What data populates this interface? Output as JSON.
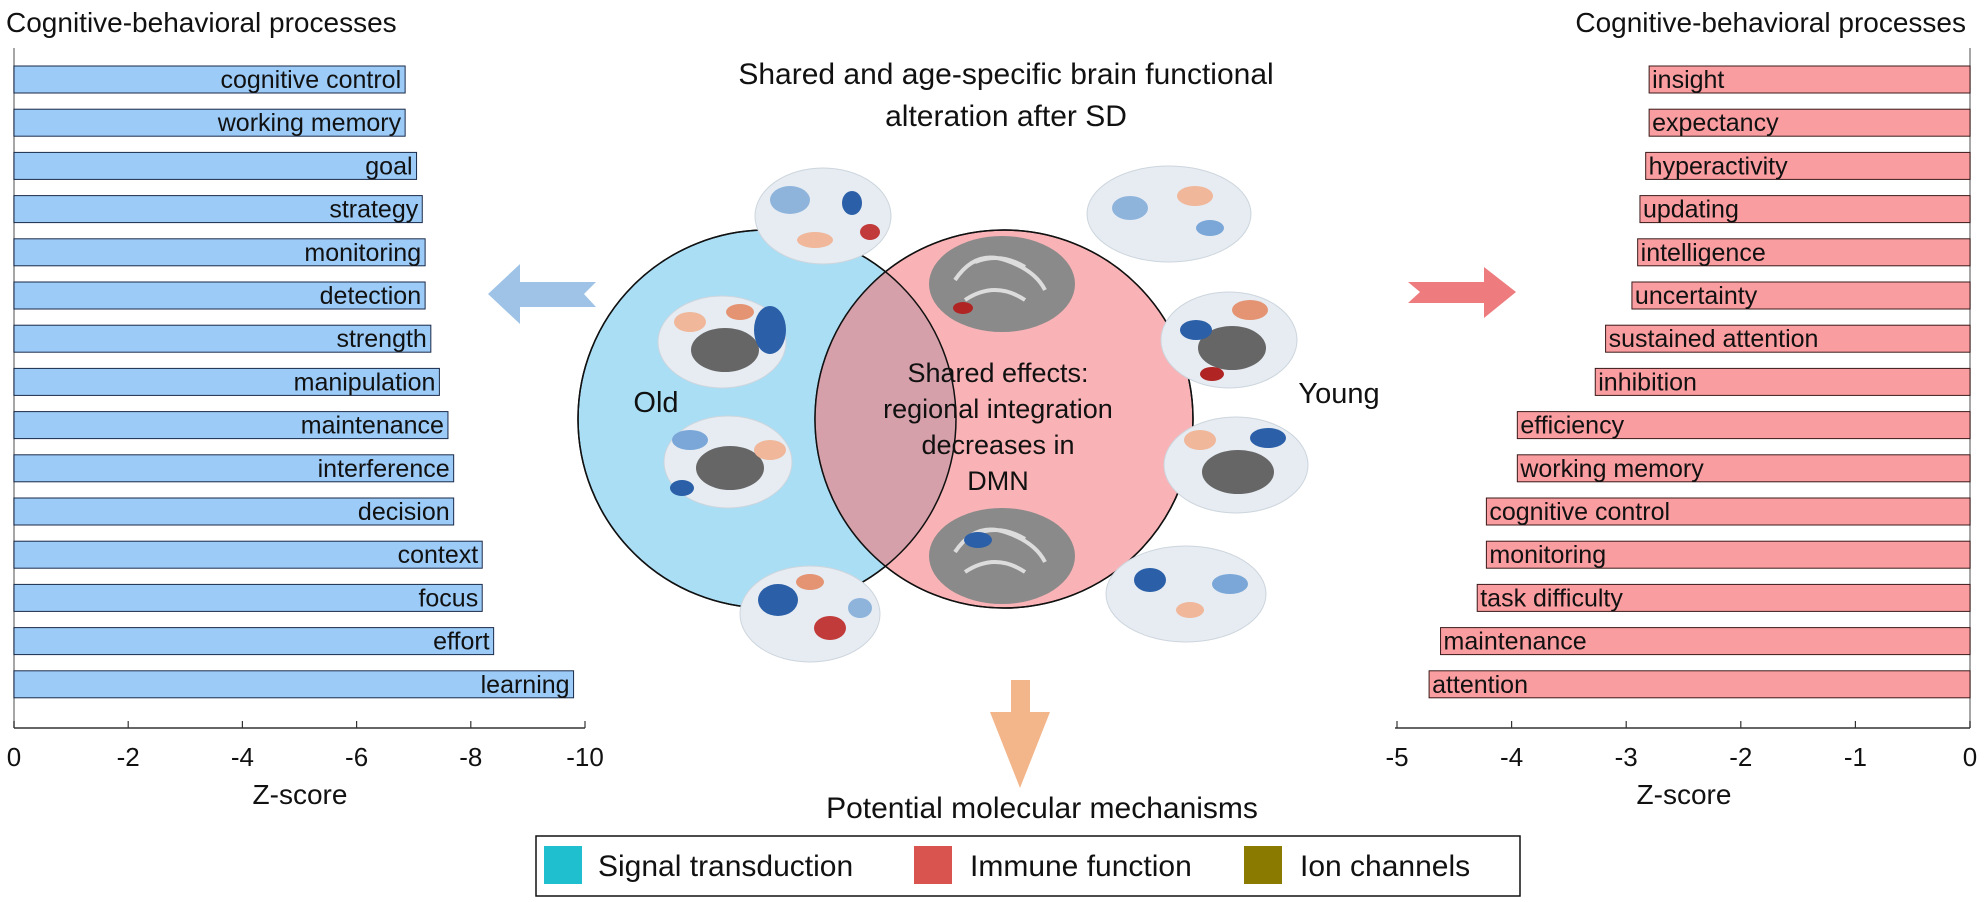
{
  "center_title": [
    "Shared and age-specific brain functional",
    "alteration after SD"
  ],
  "venn": {
    "left_label": "Old",
    "right_label": "Young",
    "shared_text": [
      "Shared effects:",
      "regional integration",
      "decreases in",
      "DMN"
    ]
  },
  "molecular_title": "Potential molecular mechanisms",
  "legend": [
    {
      "label": "Signal transduction",
      "color": "#1fbfcf"
    },
    {
      "label": "Immune function",
      "color": "#d9534f"
    },
    {
      "label": "Ion channels",
      "color": "#8b7a00"
    }
  ],
  "colors": {
    "old_bar": "#9ccbf7",
    "young_bar": "#fa9da0",
    "old_circle": "#a9def5",
    "young_circle": "#f9b3b6",
    "overlap": "#d6a0aa",
    "left_arrow": "#9fc3e6",
    "right_arrow": "#ee7b7e",
    "bottom_arrow": "#f3b58a"
  },
  "chart_data": [
    {
      "type": "bar",
      "orientation": "horizontal",
      "title": "Cognitive-behavioral processes",
      "xlabel": "Z-score",
      "xlim": [
        0,
        -10
      ],
      "xticks": [
        0,
        -2,
        -4,
        -6,
        -8,
        -10
      ],
      "categories": [
        "cognitive control",
        "working memory",
        "goal",
        "strategy",
        "monitoring",
        "detection",
        "strength",
        "manipulation",
        "maintenance",
        "interference",
        "decision",
        "context",
        "focus",
        "effort",
        "learning"
      ],
      "values": [
        -6.85,
        -6.85,
        -7.05,
        -7.15,
        -7.2,
        -7.2,
        -7.3,
        -7.45,
        -7.6,
        -7.7,
        -7.7,
        -8.2,
        -8.2,
        -8.4,
        -9.8
      ]
    },
    {
      "type": "bar",
      "orientation": "horizontal",
      "title": "Cognitive-behavioral processes",
      "xlabel": "Z-score",
      "xlim": [
        -5,
        0
      ],
      "xticks": [
        -5,
        -4,
        -3,
        -2,
        -1,
        0
      ],
      "categories": [
        "insight",
        "expectancy",
        "hyperactivity",
        "updating",
        "intelligence",
        "uncertainty",
        "sustained attention",
        "inhibition",
        "efficiency",
        "working memory",
        "cognitive control",
        "monitoring",
        "task difficulty",
        "maintenance",
        "attention"
      ],
      "values": [
        -2.8,
        -2.8,
        -2.83,
        -2.88,
        -2.9,
        -2.95,
        -3.18,
        -3.27,
        -3.95,
        -3.95,
        -4.22,
        -4.22,
        -4.3,
        -4.62,
        -4.72
      ]
    }
  ]
}
